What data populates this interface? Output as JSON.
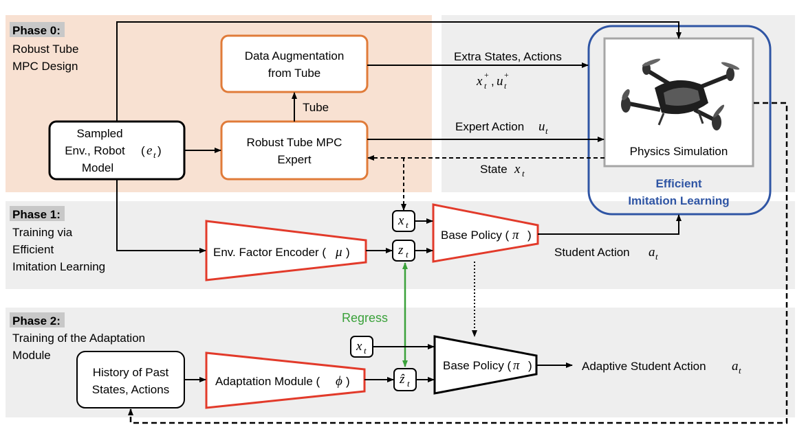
{
  "phases": [
    {
      "label": "Phase 0:",
      "desc": [
        "Robust Tube",
        "MPC Design"
      ]
    },
    {
      "label": "Phase 1:",
      "desc": [
        "Training via",
        "Efficient",
        "Imitation Learning"
      ]
    },
    {
      "label": "Phase 2:",
      "desc": [
        "Training of the Adaptation",
        "Module"
      ]
    }
  ],
  "boxes": {
    "sampled_model": {
      "lines": [
        "Sampled",
        "Env., Robot",
        "Model"
      ],
      "math": "e",
      "math_sub": "t"
    },
    "data_augmentation": {
      "lines": [
        "Data Augmentation",
        "from Tube"
      ]
    },
    "robust_mpc": {
      "lines": [
        "Robust Tube MPC",
        "Expert"
      ]
    },
    "physics_sim": {
      "label": "Physics Simulation"
    },
    "efficient_il": {
      "lines": [
        "Efficient",
        "Imitation Learning"
      ]
    },
    "env_encoder": {
      "label": "Env. Factor Encoder (",
      "math": "μ",
      "close": ")"
    },
    "base_policy_1": {
      "label": "Base Policy (",
      "math": "π",
      "close": ")"
    },
    "history": {
      "lines": [
        "History of Past",
        "States, Actions"
      ]
    },
    "adaptation_module": {
      "label": "Adaptation Module  (",
      "math": "ϕ",
      "close": ")"
    },
    "base_policy_2": {
      "label": "Base Policy (",
      "math": "π",
      "close": ")"
    }
  },
  "tokens": {
    "x_t_phase1": {
      "base": "x",
      "sub": "t"
    },
    "z_t_phase1": {
      "base": "z",
      "sub": "t"
    },
    "x_t_phase2": {
      "base": "x",
      "sub": "t"
    },
    "zhat_t_phase2": {
      "base": "ẑ",
      "sub": "t"
    }
  },
  "arrow_labels": {
    "tube": "Tube",
    "extra_states": "Extra States, Actions",
    "extra_math": {
      "x": "x",
      "u": "u",
      "sub": "t",
      "sup": "+"
    },
    "expert_action": "Expert Action ",
    "expert_action_math": {
      "base": "u",
      "sub": "t"
    },
    "state": "State ",
    "state_math": {
      "base": "x",
      "sub": "t"
    },
    "student_action": "Student Action ",
    "student_action_math": {
      "base": "a",
      "sub": "t"
    },
    "adaptive_action": "Adaptive Student Action ",
    "adaptive_action_math": {
      "base": "a",
      "sub": "t"
    },
    "regress": "Regress"
  },
  "colors": {
    "phase0_bg": "#f8e1d2",
    "phase_bg": "#eeeeee",
    "orange": "#e07b39",
    "red": "#e23a2a",
    "blue": "#2f55a4",
    "green": "#3aa13a",
    "gray_frame": "#a6a6a6"
  },
  "icons": [
    "drone-icon"
  ]
}
